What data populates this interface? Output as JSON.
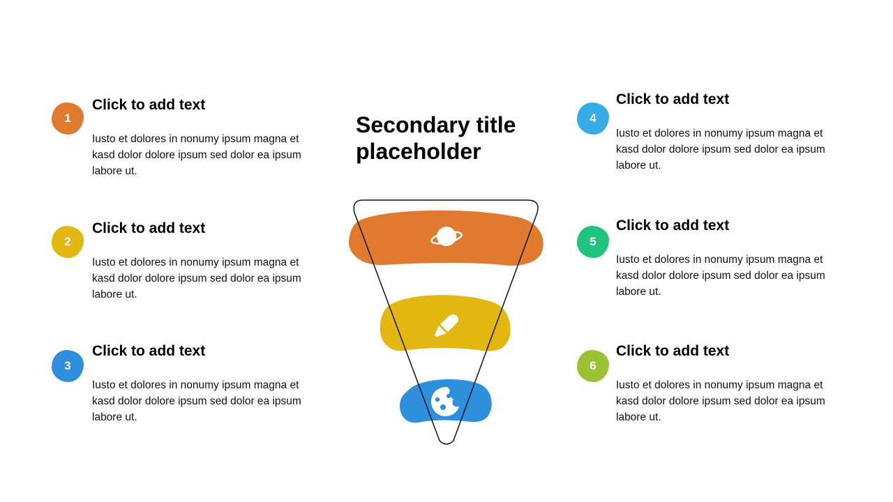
{
  "title": "Secondary title placeholder",
  "items": [
    {
      "num": "1",
      "heading": "Click to add text",
      "body": "Iusto et dolores in nonumy ipsum magna et kasd dolor dolore ipsum sed dolor ea ipsum labore ut.",
      "color": "#E07A2E"
    },
    {
      "num": "2",
      "heading": "Click to add text",
      "body": "Iusto et dolores in nonumy ipsum magna et kasd dolor dolore ipsum sed dolor ea ipsum labore ut.",
      "color": "#E2B712"
    },
    {
      "num": "3",
      "heading": "Click to add text",
      "body": "Iusto et dolores in nonumy ipsum magna et kasd dolor dolore ipsum sed dolor ea ipsum labore ut.",
      "color": "#2E8FDD"
    },
    {
      "num": "4",
      "heading": "Click to add text",
      "body": "Iusto et dolores in nonumy ipsum magna et kasd dolor dolore ipsum sed dolor ea ipsum labore ut.",
      "color": "#35ACE8"
    },
    {
      "num": "5",
      "heading": "Click to add text",
      "body": "Iusto et dolores in nonumy ipsum magna et kasd dolor dolore ipsum sed dolor ea ipsum labore ut.",
      "color": "#20C47F"
    },
    {
      "num": "6",
      "heading": "Click to add text",
      "body": "Iusto et dolores in nonumy ipsum magna et kasd dolor dolore ipsum sed dolor ea ipsum labore ut.",
      "color": "#9BC232"
    }
  ],
  "funnel": {
    "icons": [
      "planet-icon",
      "pencil-icon",
      "palette-icon"
    ],
    "colors": [
      "#E07A2E",
      "#E2B712",
      "#2E8FDD"
    ]
  }
}
